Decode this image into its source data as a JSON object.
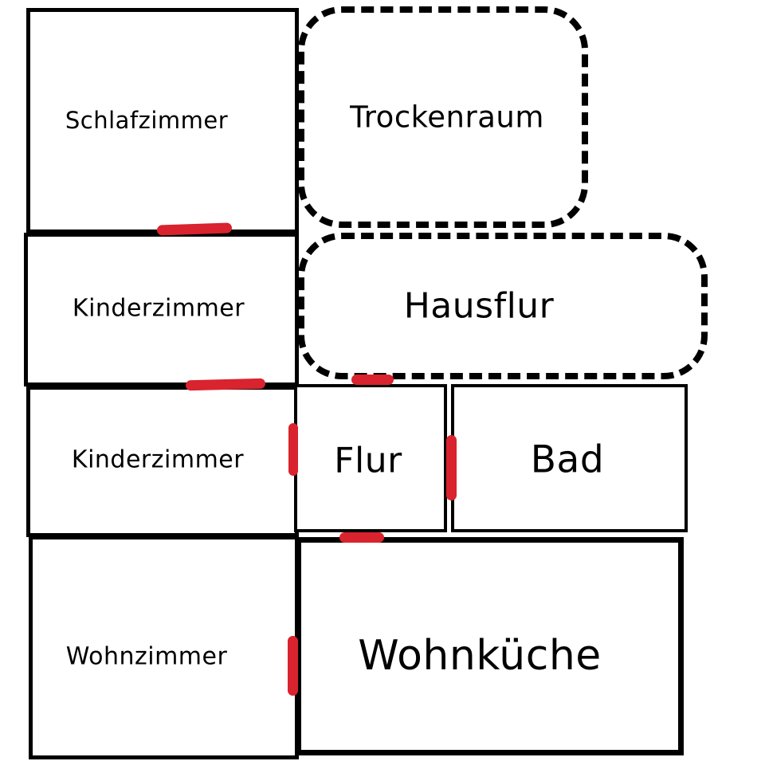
{
  "diagram": {
    "title": "apartment-floor-plan",
    "colors": {
      "wall": "#000000",
      "door_marker": "#d9232e",
      "background": "#ffffff"
    },
    "rooms": {
      "schlafzimmer": {
        "label": "Schlafzimmer",
        "border_style": "solid"
      },
      "trockenraum": {
        "label": "Trockenraum",
        "border_style": "dashed"
      },
      "kinderzimmer1": {
        "label": "Kinderzimmer",
        "border_style": "solid"
      },
      "hausflur": {
        "label": "Hausflur",
        "border_style": "dashed"
      },
      "kinderzimmer2": {
        "label": "Kinderzimmer",
        "border_style": "solid"
      },
      "flur": {
        "label": "Flur",
        "border_style": "solid"
      },
      "bad": {
        "label": "Bad",
        "border_style": "solid"
      },
      "wohnzimmer": {
        "label": "Wohnzimmer",
        "border_style": "solid"
      },
      "wohnkueche": {
        "label": "Wohnküche",
        "border_style": "solid"
      }
    },
    "door_markers": [
      {
        "between": "schlafzimmer / kinderzimmer-1",
        "orientation": "horizontal"
      },
      {
        "between": "kinderzimmer-1 / kinderzimmer-2",
        "orientation": "horizontal"
      },
      {
        "between": "hausflur / flur",
        "orientation": "horizontal"
      },
      {
        "between": "kinderzimmer-2 / flur",
        "orientation": "vertical"
      },
      {
        "between": "flur / bad",
        "orientation": "vertical"
      },
      {
        "between": "flur / wohnkueche",
        "orientation": "horizontal"
      },
      {
        "between": "wohnzimmer / wohnkueche",
        "orientation": "vertical"
      }
    ]
  }
}
